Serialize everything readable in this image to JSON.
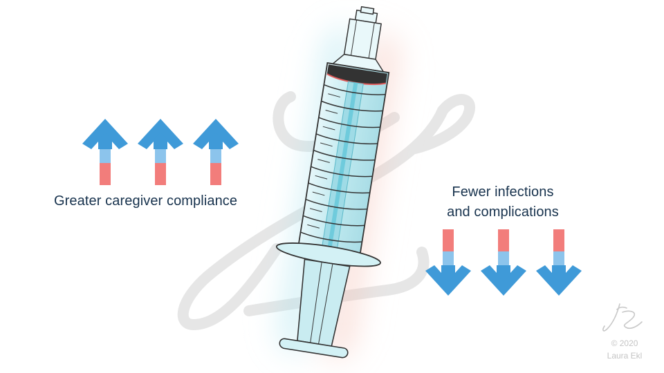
{
  "left_group": {
    "label": "Greater caregiver compliance",
    "arrow_direction": "up",
    "arrow_count": 3
  },
  "right_group": {
    "label_line1": "Fewer infections",
    "label_line2": "and complications",
    "arrow_direction": "down",
    "arrow_count": 3
  },
  "credit": {
    "year": "© 2020",
    "name": "Laura Ekl"
  },
  "colors": {
    "text": "#17324d",
    "arrow_blue": "#3f9ad8",
    "arrow_light_blue": "#8cc4ec",
    "arrow_red": "#f27d7b",
    "barrel_fill": "#bfe9ef",
    "glow_blue": "#7fd6e6",
    "glow_red": "#f0a28f",
    "outline": "#333333",
    "watermark": "#e4e4e4"
  },
  "icons": [
    "up-arrow-icon",
    "down-arrow-icon",
    "syringe-icon",
    "signature-logo-icon"
  ]
}
